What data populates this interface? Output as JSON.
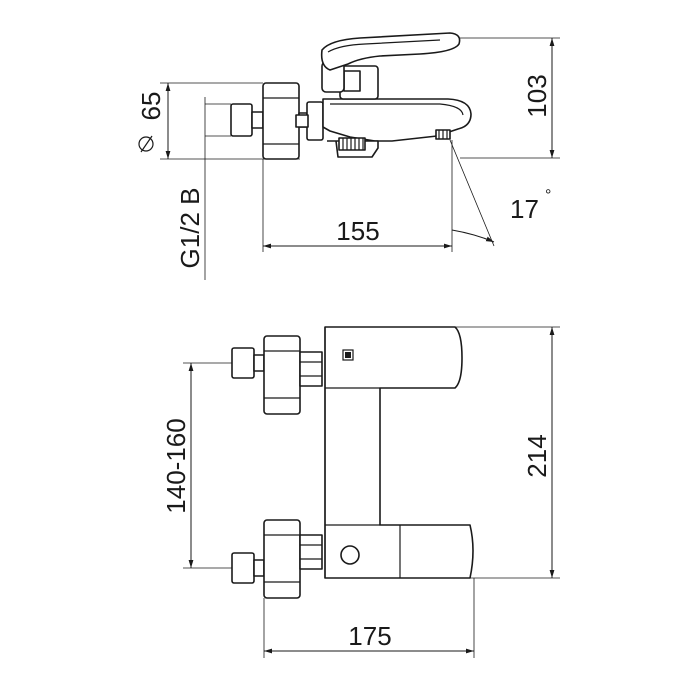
{
  "dimensions": {
    "diameter": "65",
    "height_side": "103",
    "thread": "G1/2 B",
    "depth_side": "155",
    "angle": "17",
    "angle_unit": "°",
    "centers": "140-160",
    "height_front": "214",
    "width_front": "175"
  },
  "colors": {
    "line": "#1a1a1a",
    "background": "#ffffff"
  },
  "icons": {
    "diameter_symbol": "diameter-symbol-icon",
    "logo_badge": "logo-badge-icon"
  }
}
